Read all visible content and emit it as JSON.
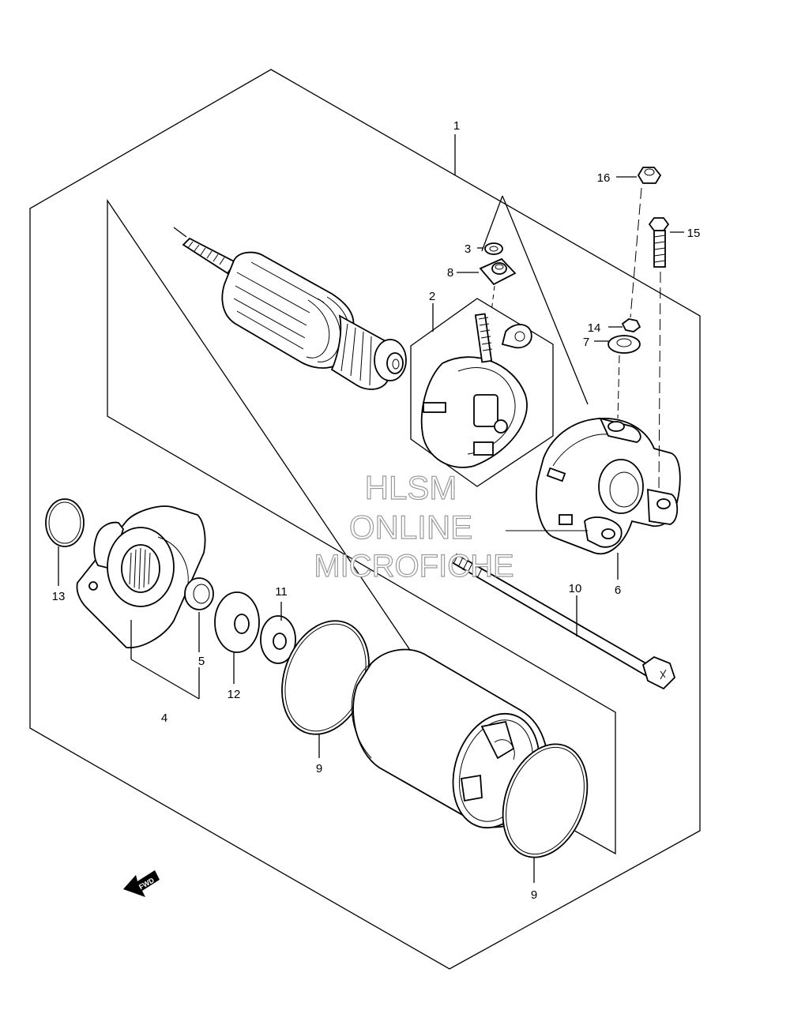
{
  "diagram": {
    "callouts": [
      {
        "id": "c1",
        "label": "1"
      },
      {
        "id": "c2",
        "label": "2"
      },
      {
        "id": "c3",
        "label": "3"
      },
      {
        "id": "c4",
        "label": "4"
      },
      {
        "id": "c5",
        "label": "5"
      },
      {
        "id": "c6",
        "label": "6"
      },
      {
        "id": "c7",
        "label": "7"
      },
      {
        "id": "c8",
        "label": "8"
      },
      {
        "id": "c9a",
        "label": "9"
      },
      {
        "id": "c9b",
        "label": "9"
      },
      {
        "id": "c10",
        "label": "10"
      },
      {
        "id": "c11",
        "label": "11"
      },
      {
        "id": "c12",
        "label": "12"
      },
      {
        "id": "c13",
        "label": "13"
      },
      {
        "id": "c14",
        "label": "14"
      },
      {
        "id": "c15",
        "label": "15"
      },
      {
        "id": "c16",
        "label": "16"
      }
    ],
    "fwd_label": "FWD"
  },
  "watermark": {
    "line1": "HLSM",
    "line2": "ONLINE",
    "line3": "MICROFICHE"
  }
}
